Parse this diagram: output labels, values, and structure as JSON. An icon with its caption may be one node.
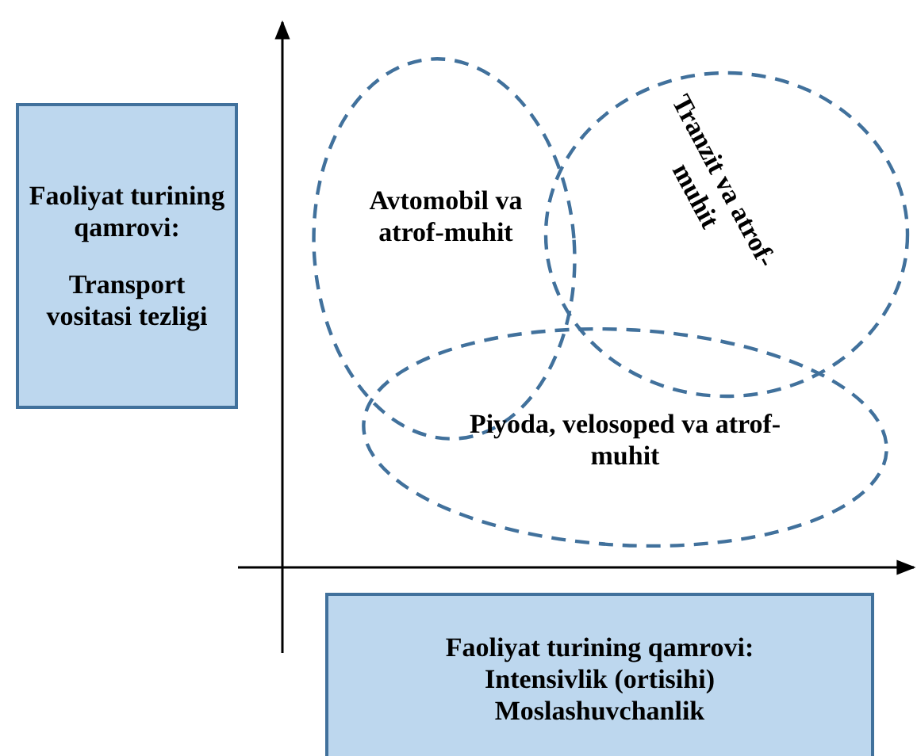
{
  "diagram": {
    "nodes": [
      {
        "text": [
          "Faoliyat turining qamrovi:",
          "Transport vositasi tezligi"
        ]
      },
      {
        "text": [
          "Faoliyat turining qamrovi:",
          "Intensivlik (ortisihi)",
          "Moslashuvchanlik"
        ]
      },
      {
        "text": [
          "Avtomobil va atrof-muhit"
        ]
      },
      {
        "text": [
          "Tranzit va atrof-muhit"
        ]
      },
      {
        "text": [
          "Piyoda, velosoped va atrof-muhit"
        ]
      }
    ],
    "edges": []
  }
}
